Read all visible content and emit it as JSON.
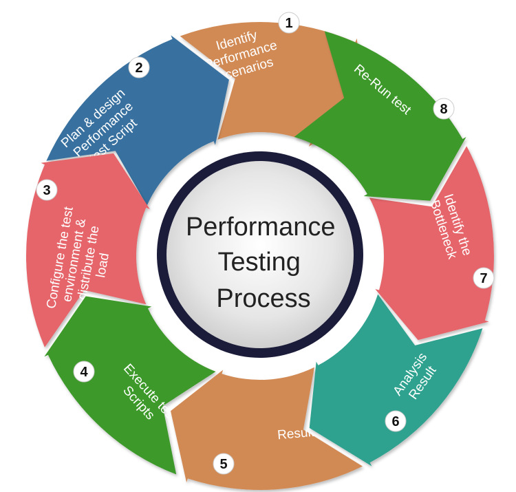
{
  "center": {
    "lines": [
      "Performance",
      "Testing",
      "Process"
    ]
  },
  "steps": [
    {
      "number": "1",
      "lines": [
        "Identify",
        "Performance",
        "Scenarios"
      ],
      "color": "#D28A54"
    },
    {
      "number": "2",
      "lines": [
        "Plan & design",
        "Performance",
        "test Script"
      ],
      "color": "#37719F"
    },
    {
      "number": "3",
      "lines": [
        "Configure the test",
        "environment &",
        "distribute the",
        "load"
      ],
      "color": "#E5656A"
    },
    {
      "number": "4",
      "lines": [
        "Execute test",
        "Scripts"
      ],
      "color": "#3D9A2B"
    },
    {
      "number": "5",
      "lines": [
        "Result"
      ],
      "color": "#D28A54"
    },
    {
      "number": "6",
      "lines": [
        "Analysis",
        "Result"
      ],
      "color": "#2FA28F"
    },
    {
      "number": "7",
      "lines": [
        "Identify the",
        "Bottleneck"
      ],
      "color": "#E5656A"
    },
    {
      "number": "8",
      "lines": [
        "Re-Run test"
      ],
      "color": "#3D9A2B"
    }
  ],
  "colors": {
    "ring_outer": "#1B1B3A",
    "center_fill": "#E9E9E9"
  }
}
